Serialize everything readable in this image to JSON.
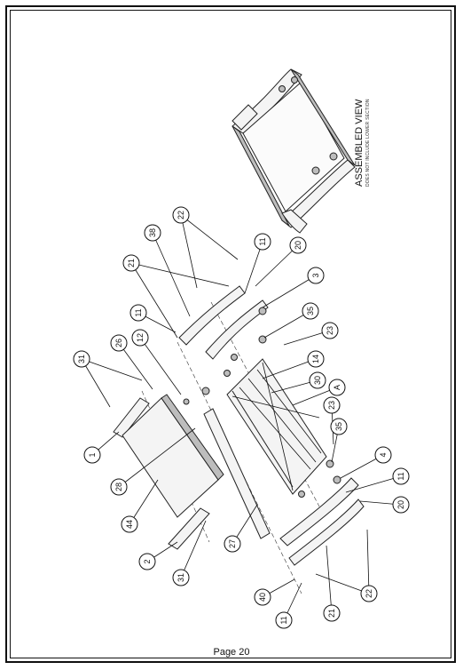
{
  "page": {
    "label": "Page",
    "number": "20"
  },
  "assembled_view": {
    "title": "ASSEMBLED VIEW",
    "subtitle": "DOES NOT INCLUDE LOWER SECTION"
  },
  "callouts": [
    "1",
    "2",
    "3",
    "4",
    "11",
    "11",
    "11",
    "11",
    "12",
    "14",
    "20",
    "20",
    "21",
    "21",
    "22",
    "22",
    "23",
    "23",
    "26",
    "27",
    "28",
    "30",
    "31",
    "31",
    "35",
    "35",
    "38",
    "40",
    "44",
    "A"
  ]
}
